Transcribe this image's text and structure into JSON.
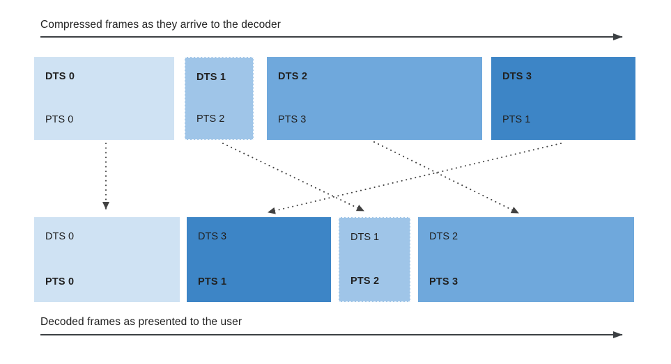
{
  "colors": {
    "frame_blue_lightest": "#cfe2f3",
    "frame_blue_light": "#9fc5e8",
    "frame_blue_medium": "#6fa8dc",
    "frame_blue_dark": "#3d85c6",
    "axis_arrow": "#3c4043",
    "dotted_arrow": "#424242",
    "text": "#212121",
    "background": "#ffffff"
  },
  "top_axis": {
    "label": "Compressed frames as they arrive to the decoder"
  },
  "bottom_axis": {
    "label": "Decoded frames as presented to the user"
  },
  "top_row": {
    "frames": [
      {
        "dts": "DTS 0",
        "pts": "PTS 0",
        "color": "#cfe2f3"
      },
      {
        "dts": "DTS 1",
        "pts": "PTS 2",
        "color": "#9fc5e8"
      },
      {
        "dts": "DTS 2",
        "pts": "PTS 3",
        "color": "#6fa8dc"
      },
      {
        "dts": "DTS 3",
        "pts": "PTS 1",
        "color": "#3d85c6"
      }
    ]
  },
  "bottom_row": {
    "frames": [
      {
        "dts": "DTS 0",
        "pts": "PTS 0",
        "color": "#cfe2f3"
      },
      {
        "dts": "DTS 3",
        "pts": "PTS 1",
        "color": "#3d85c6"
      },
      {
        "dts": "DTS 1",
        "pts": "PTS 2",
        "color": "#9fc5e8"
      },
      {
        "dts": "DTS 2",
        "pts": "PTS 3",
        "color": "#6fa8dc"
      }
    ]
  },
  "decode_order_arrows": [
    "DTS 0 → PTS 0",
    "DTS 1 → PTS 2",
    "DTS 2 → PTS 3",
    "DTS 3 → PTS 1"
  ]
}
